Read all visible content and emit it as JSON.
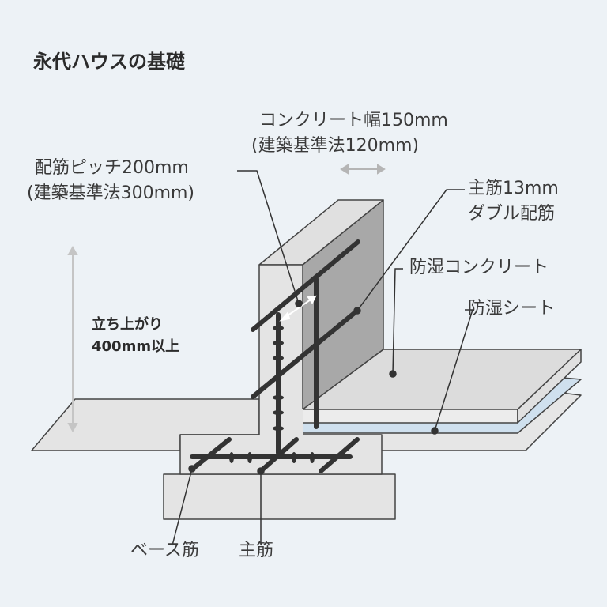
{
  "title": "永代ハウスの基礎",
  "labels": {
    "concrete_width": "コンクリート幅150mm",
    "concrete_width_std": "(建築基準法120mm)",
    "pitch": "配筋ピッチ200mm",
    "pitch_std": "(建築基準法300mm)",
    "main_bar": "主筋13mm",
    "double": "ダブル配筋",
    "moisture_concrete": "防湿コンクリート",
    "moisture_sheet": "防湿シート",
    "rise": "立ち上がり",
    "rise_height": "400mm以上",
    "base_bar": "ベース筋",
    "main_bar_bottom": "主筋"
  },
  "colors": {
    "background": "#edf2f6",
    "concrete": "#e4e4e4",
    "concrete_dark": "#a8a8a8",
    "sheet": "#cfe0ee",
    "rebar": "#333333"
  }
}
